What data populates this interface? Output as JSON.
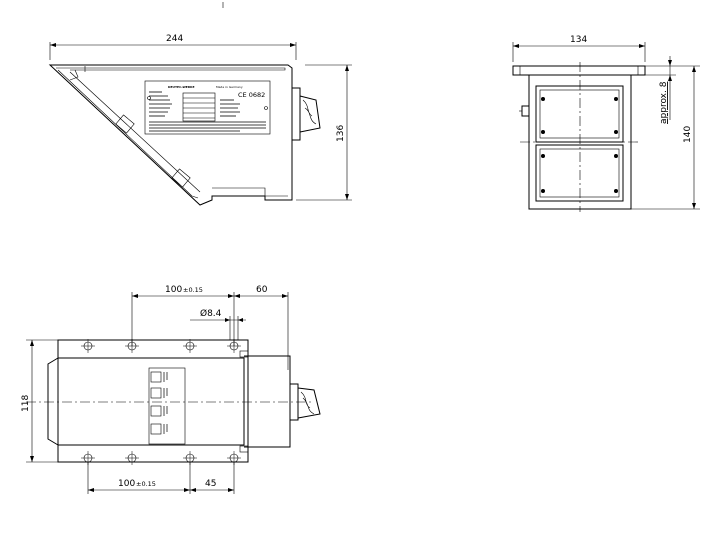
{
  "dimensions": {
    "side_width": "244",
    "side_height": "136",
    "front_width": "134",
    "front_height": "140",
    "flange": "approx. 8",
    "bottom_height": "118",
    "hole_pitch_top_value": "100",
    "hole_pitch_top_tol": "±0.15",
    "right_overhang": "60",
    "hole_diameter": "Ø8.4",
    "hole_pitch_bottom_value": "100",
    "hole_pitch_bottom_tol": "±0.15",
    "bottom_offset": "45"
  },
  "nameplate": {
    "brand": "DEUTEC-WERKE",
    "origin": "Made in Germany",
    "ce_mark": "CE 0682"
  }
}
